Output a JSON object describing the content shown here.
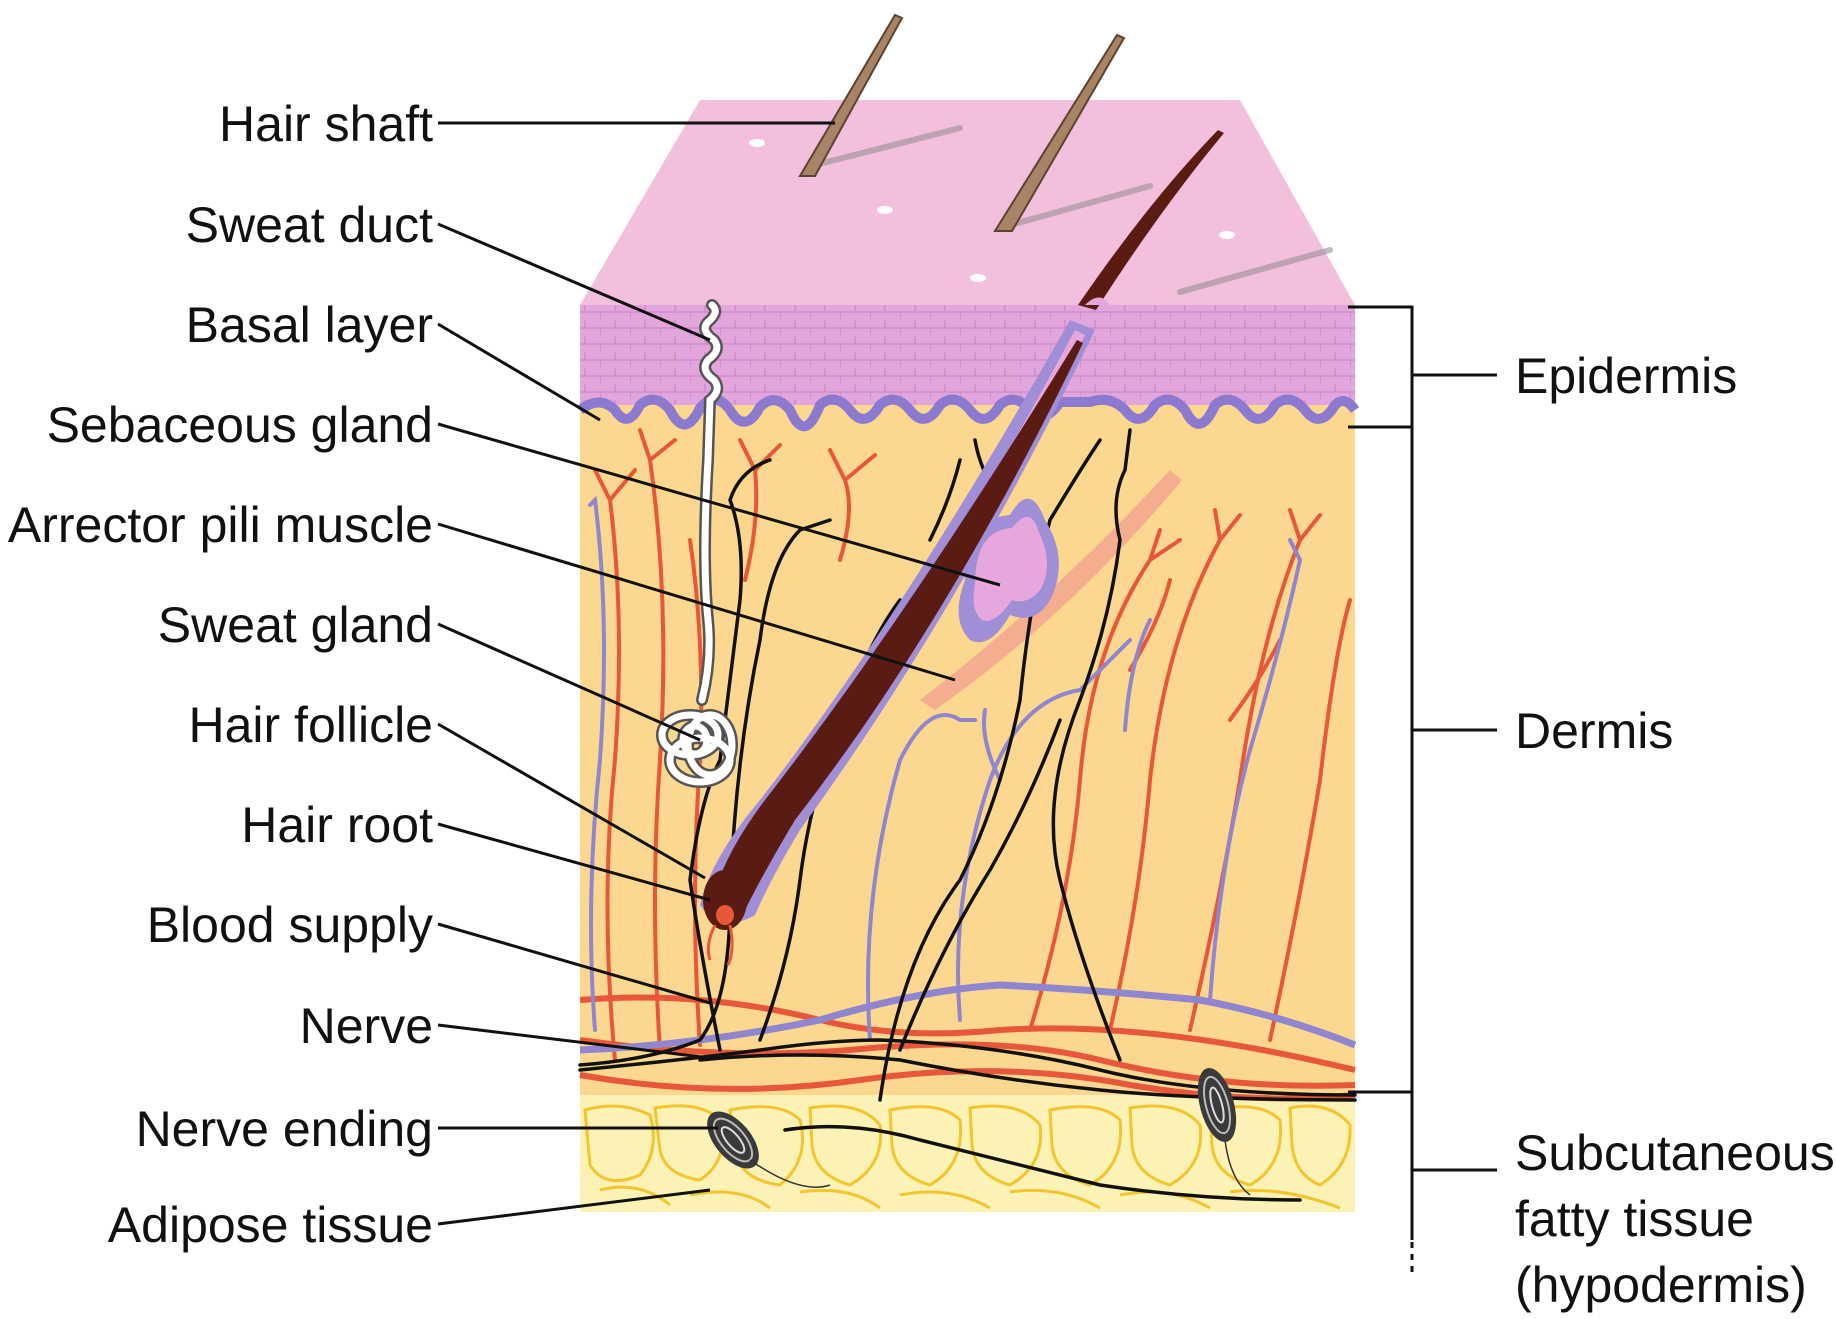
{
  "left_labels": [
    "Hair shaft",
    "Sweat duct",
    "Basal layer",
    "Sebaceous gland",
    "Arrector pili muscle",
    "Sweat gland",
    "Hair follicle",
    "Hair root",
    "Blood supply",
    "Nerve",
    "Nerve ending",
    "Adipose tissue"
  ],
  "right_labels": {
    "epidermis": "Epidermis",
    "dermis": "Dermis",
    "hypodermis_line1": "Subcutaneous",
    "hypodermis_line2": "fatty tissue",
    "hypodermis_line3": "(hypodermis)"
  },
  "colors": {
    "surface": "#f2bfdc",
    "epidermis": "#e3a6dc",
    "basal": "#8b7ad0",
    "dermis": "#fcd78f",
    "adipose": "#fdf2b6",
    "adipose_cells": "#f3c42e",
    "artery": "#e8573a",
    "vein": "#8f86cf",
    "nerve": "#111111",
    "hair": "#5a1b12",
    "hair_shaft": "#a98366"
  }
}
